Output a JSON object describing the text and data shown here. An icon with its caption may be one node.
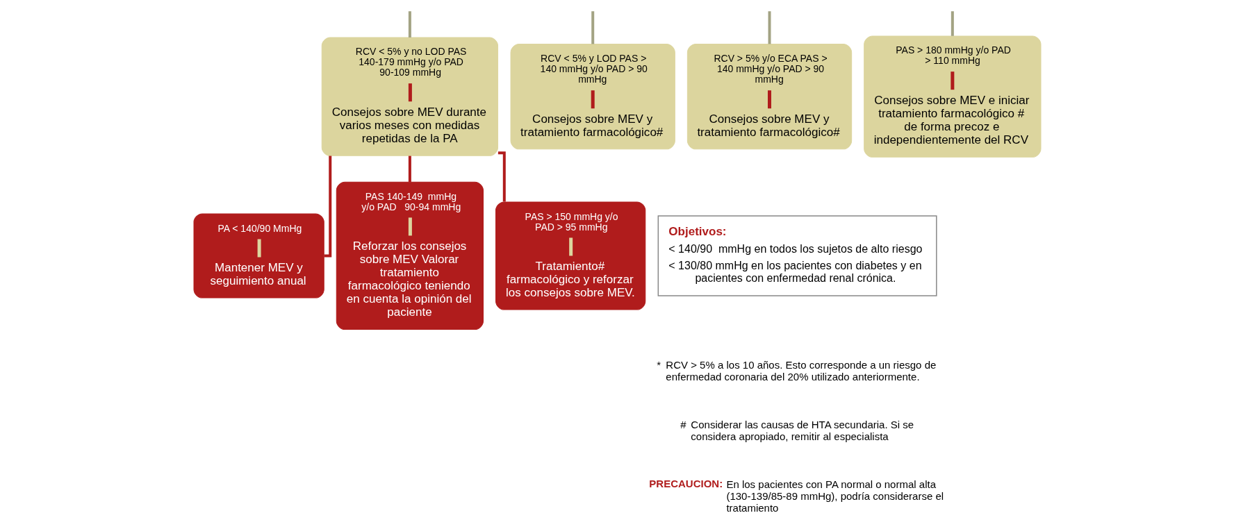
{
  "diagram": {
    "nodes": [
      {
        "text": [
          "RCV < 5% y no LOD PAS 140-179 mmHg y/o PAD 90-109 mmHg",
          "Consejos sobre MEV durante varios meses con medidas repetidas de la PA"
        ]
      },
      {
        "text": [
          "RCV < 5% y LOD PAS > 140 mmHg y/o PAD > 90 mmHg",
          "Consejos sobre MEV y tratamiento farmacológico#"
        ]
      },
      {
        "text": [
          "RCV > 5% y/o ECA PAS > 140 mmHg y/o PAD > 90 mmHg",
          "Consejos sobre MEV y tratamiento farmacológico#"
        ]
      },
      {
        "text": [
          "PAS > 180 mmHg y/o PAD > 110 mmHg",
          "Consejos sobre MEV e iniciar tratamiento farmacológico # de forma precoz e independientemente del RCV"
        ]
      },
      {
        "text": [
          "PA < 140/90 MmHg",
          "Mantener MEV y seguimiento anual"
        ]
      },
      {
        "text": [
          "PAS 140-149  mmHg y/o PAD   90-94 mmHg",
          "Reforzar los consejos sobre MEV Valorar tratamiento farmacológico teniendo en cuenta la opinión del paciente"
        ]
      },
      {
        "text": [
          "PAS > 150 mmHg y/o PAD > 95 mmHg",
          "Tratamiento# farmacológico y reforzar los consejos sobre MEV."
        ]
      },
      {
        "text": [
          "Objetivos:",
          "< 140/90  mmHg en todos los sujetos de alto riesgo",
          "< 130/80 mmHg en los pacientes con diabetes y en pacientes con enfermedad renal crónica."
        ]
      }
    ],
    "edges": [
      {
        "from": null,
        "to": 0,
        "arrow": "none"
      },
      {
        "from": null,
        "to": 1,
        "arrow": "none"
      },
      {
        "from": null,
        "to": 2,
        "arrow": "none"
      },
      {
        "from": null,
        "to": 3,
        "arrow": "none"
      },
      {
        "from": 0,
        "to": 4,
        "arrow": "none",
        "color": "#b01c1c"
      },
      {
        "from": 0,
        "to": 5,
        "arrow": "none",
        "color": "#b01c1c"
      },
      {
        "from": 0,
        "to": 6,
        "arrow": "none",
        "color": "#b01c1c"
      }
    ],
    "labels": [
      "*",
      "RCV > 5% a los 10 años. Esto corresponde a un riesgo de enfermedad coronaria del 20% utilizado anteriormente.",
      "#",
      "Considerar las causas de HTA secundaria. Si se considera apropiado, remitir al especialista",
      "PRECAUCION:",
      "En los pacientes con PA normal o normal alta (130-139/85-89 mmHg), podría considerarse el tratamiento"
    ]
  }
}
